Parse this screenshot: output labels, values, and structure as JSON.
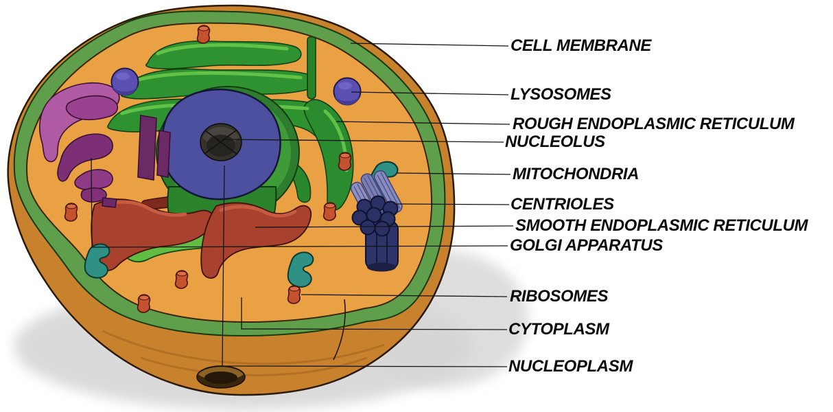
{
  "diagram": {
    "subject": "animal-cell-cross-section"
  },
  "labels": [
    {
      "id": "cell-membrane",
      "text": "CELL MEMBRANE"
    },
    {
      "id": "lysosomes",
      "text": "LYSOSOMES"
    },
    {
      "id": "rough-endoplasmic-reticulum",
      "text": "ROUGH ENDOPLASMIC RETICULUM"
    },
    {
      "id": "nucleolus",
      "text": "NUCLEOLUS"
    },
    {
      "id": "mitochondria",
      "text": "MITOCHONDRIA"
    },
    {
      "id": "centrioles",
      "text": "CENTRIOLES"
    },
    {
      "id": "smooth-endoplasmic-reticulum",
      "text": "SMOOTH ENDOPLASMIC RETICULUM"
    },
    {
      "id": "golgi-apparatus",
      "text": "GOLGI APPARATUS"
    },
    {
      "id": "ribosomes",
      "text": "RIBOSOMES"
    },
    {
      "id": "cytoplasm",
      "text": "CYTOPLASM"
    },
    {
      "id": "nucleoplasm",
      "text": "NUCLEOPLASM"
    }
  ],
  "colors": {
    "background": "#ffffff",
    "outer_rim": "#c8812d",
    "membrane_band": "#5f9f4b",
    "cytoplasm": "#e9a143",
    "nucleus": "#4c509f",
    "nucleolus": "#2e2b27",
    "rough_er_green": "#2f9231",
    "smooth_er_maroon": "#a8422e",
    "golgi_magenta": "#a84f9e",
    "lysosome_violet": "#5b50b2",
    "mitochondria_teal": "#2f9086",
    "ribosome_red": "#c4522f",
    "centrioles_navy": "#2c3166",
    "leader_line": "#151515",
    "label_text": "#0c0c0c",
    "shadow": "#d4d4d4"
  }
}
